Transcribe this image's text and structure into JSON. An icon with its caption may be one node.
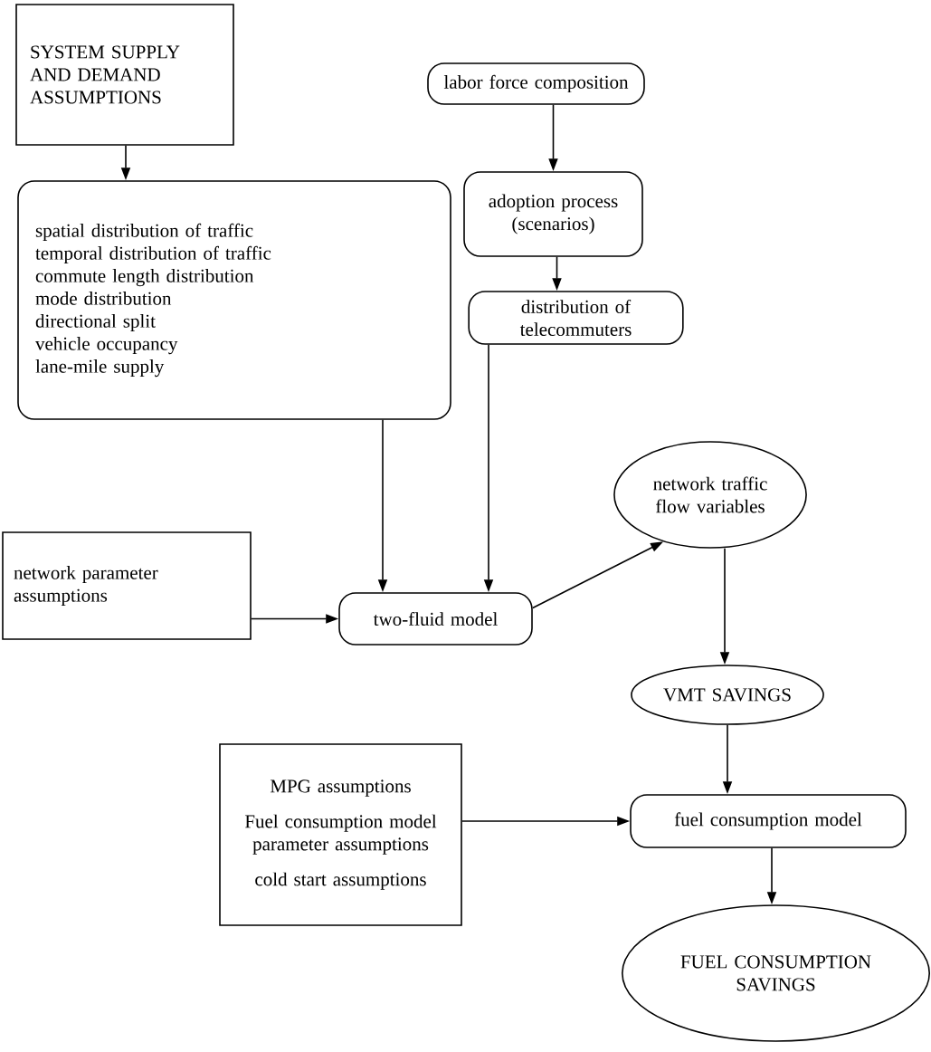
{
  "diagram": {
    "nodes": [
      {
        "text": [
          "SYSTEM SUPPLY AND DEMAND ASSUMPTIONS"
        ]
      },
      {
        "text": [
          "labor force composition"
        ]
      },
      {
        "text": [
          "spatial distribution of traffic",
          "temporal distribution of traffic",
          "commute length distribution",
          "mode distribution",
          "directional split",
          "vehicle occupancy",
          "lane-mile supply"
        ]
      },
      {
        "text": [
          "adoption process (scenarios)"
        ]
      },
      {
        "text": [
          "distribution of telecommuters"
        ]
      },
      {
        "text": [
          "network parameter assumptions"
        ]
      },
      {
        "text": [
          "two-fluid model"
        ]
      },
      {
        "text": [
          "network traffic flow variables"
        ]
      },
      {
        "text": [
          "VMT SAVINGS"
        ]
      },
      {
        "text": [
          "MPG assumptions",
          "Fuel consumption model parameter assumptions",
          "cold start assumptions"
        ]
      },
      {
        "text": [
          "fuel consumption model"
        ]
      },
      {
        "text": [
          "FUEL CONSUMPTION SAVINGS"
        ]
      }
    ],
    "edges": [
      {
        "from": 0,
        "to": 2,
        "arrow": "to"
      },
      {
        "from": 1,
        "to": 3,
        "arrow": "to"
      },
      {
        "from": 3,
        "to": 4,
        "arrow": "to"
      },
      {
        "from": 2,
        "to": 6,
        "arrow": "to"
      },
      {
        "from": 4,
        "to": 6,
        "arrow": "to"
      },
      {
        "from": 5,
        "to": 6,
        "arrow": "to"
      },
      {
        "from": 6,
        "to": 7,
        "arrow": "to"
      },
      {
        "from": 7,
        "to": 8,
        "arrow": "to"
      },
      {
        "from": 8,
        "to": 10,
        "arrow": "to"
      },
      {
        "from": 9,
        "to": 10,
        "arrow": "to"
      },
      {
        "from": 10,
        "to": 11,
        "arrow": "to"
      }
    ]
  }
}
